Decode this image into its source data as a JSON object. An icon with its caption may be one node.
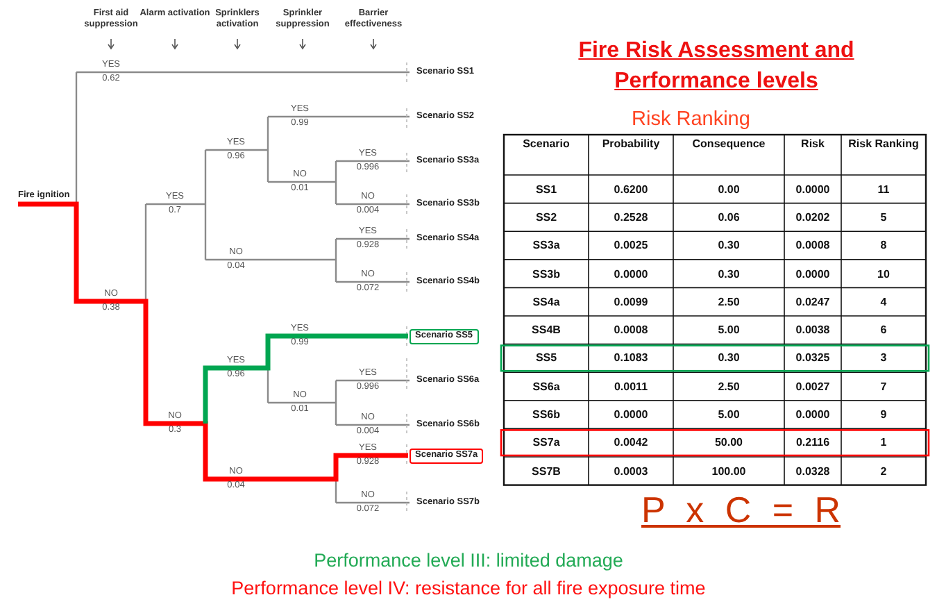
{
  "diagram": {
    "title": "Fire Risk Assessment and Performance levels",
    "nodes": [
      {
        "text": [
          "Scenario SS5"
        ]
      },
      {
        "text": [
          "Scenario SS7a"
        ]
      }
    ],
    "labels": [
      "First aid suppression",
      "Alarm activation",
      "Sprinklers activation",
      "Sprinkler suppression",
      "Barrier effectiveness",
      "Fire ignition",
      "YES",
      "0.62",
      "YES",
      "0.99",
      "YES",
      "0.96",
      "YES",
      "0.996",
      "NO",
      "0.01",
      "YES",
      "0.7",
      "NO",
      "0.004",
      "YES",
      "0.928",
      "NO",
      "0.04",
      "NO",
      "0.072",
      "NO",
      "0.38",
      "YES",
      "0.99",
      "YES",
      "0.96",
      "YES",
      "0.996",
      "NO",
      "0.01",
      "NO",
      "0.3",
      "NO",
      "0.004",
      "YES",
      "0.928",
      "NO",
      "0.04",
      "NO",
      "0.072",
      "Scenario SS1",
      "Scenario SS2",
      "Scenario SS3a",
      "Scenario SS3b",
      "Scenario SS4a",
      "Scenario SS4b",
      "Scenario SS6a",
      "Scenario SS6b",
      "Scenario SS7b",
      "Risk Ranking",
      "Scenario",
      "Probability",
      "Consequence",
      "Risk",
      "Risk Ranking",
      "SS1",
      "0.6200",
      "0.00",
      "0.0000",
      "11",
      "SS2",
      "0.2528",
      "0.06",
      "0.0202",
      "5",
      "SS3a",
      "0.0025",
      "0.30",
      "0.0008",
      "8",
      "SS3b",
      "0.0000",
      "0.30",
      "0.0000",
      "10",
      "SS4a",
      "0.0099",
      "2.50",
      "0.0247",
      "4",
      "SS4B",
      "0.0008",
      "5.00",
      "0.0038",
      "6",
      "SS5",
      "0.1083",
      "0.30",
      "0.0325",
      "3",
      "SS6a",
      "0.0011",
      "2.50",
      "0.0027",
      "7",
      "SS6b",
      "0.0000",
      "5.00",
      "0.0000",
      "9",
      "SS7a",
      "0.0042",
      "50.00",
      "0.2116",
      "1",
      "SS7B",
      "0.0003",
      "100.00",
      "0.0328",
      "2",
      "P x C = R",
      "Performance level III: limited damage",
      "Performance level IV: resistance for all fire exposure time"
    ]
  }
}
